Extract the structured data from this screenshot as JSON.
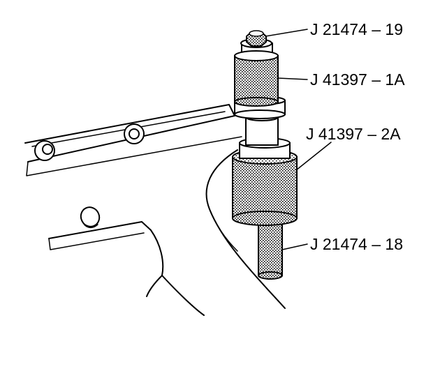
{
  "labels": {
    "nut": "J 21474 – 19",
    "upper_sleeve": "J 41397 – 1A",
    "lower_sleeve": "J 41397 – 2A",
    "rod": "J 21474 – 18"
  }
}
